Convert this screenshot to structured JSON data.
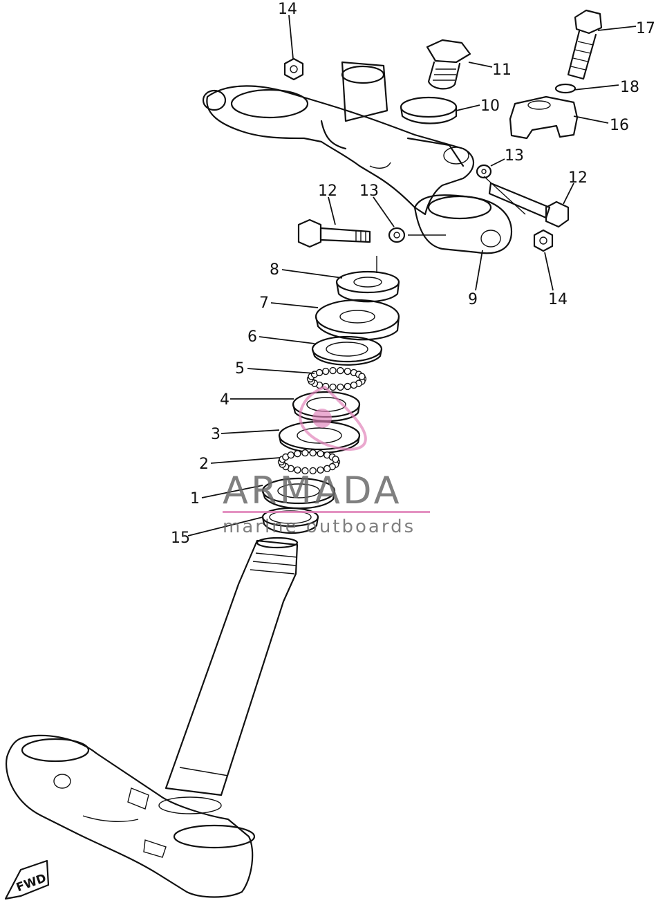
{
  "diagram": {
    "callouts": [
      "1",
      "2",
      "3",
      "4",
      "5",
      "6",
      "7",
      "8",
      "9",
      "10",
      "11",
      "12",
      "12",
      "13",
      "13",
      "14",
      "14",
      "15",
      "16",
      "17",
      "18"
    ]
  },
  "watermark": {
    "brand": "ARMADA",
    "tagline": "marine outboards",
    "accent_color": "#e07fb8"
  },
  "fwd_marker": {
    "label": "FWD"
  }
}
